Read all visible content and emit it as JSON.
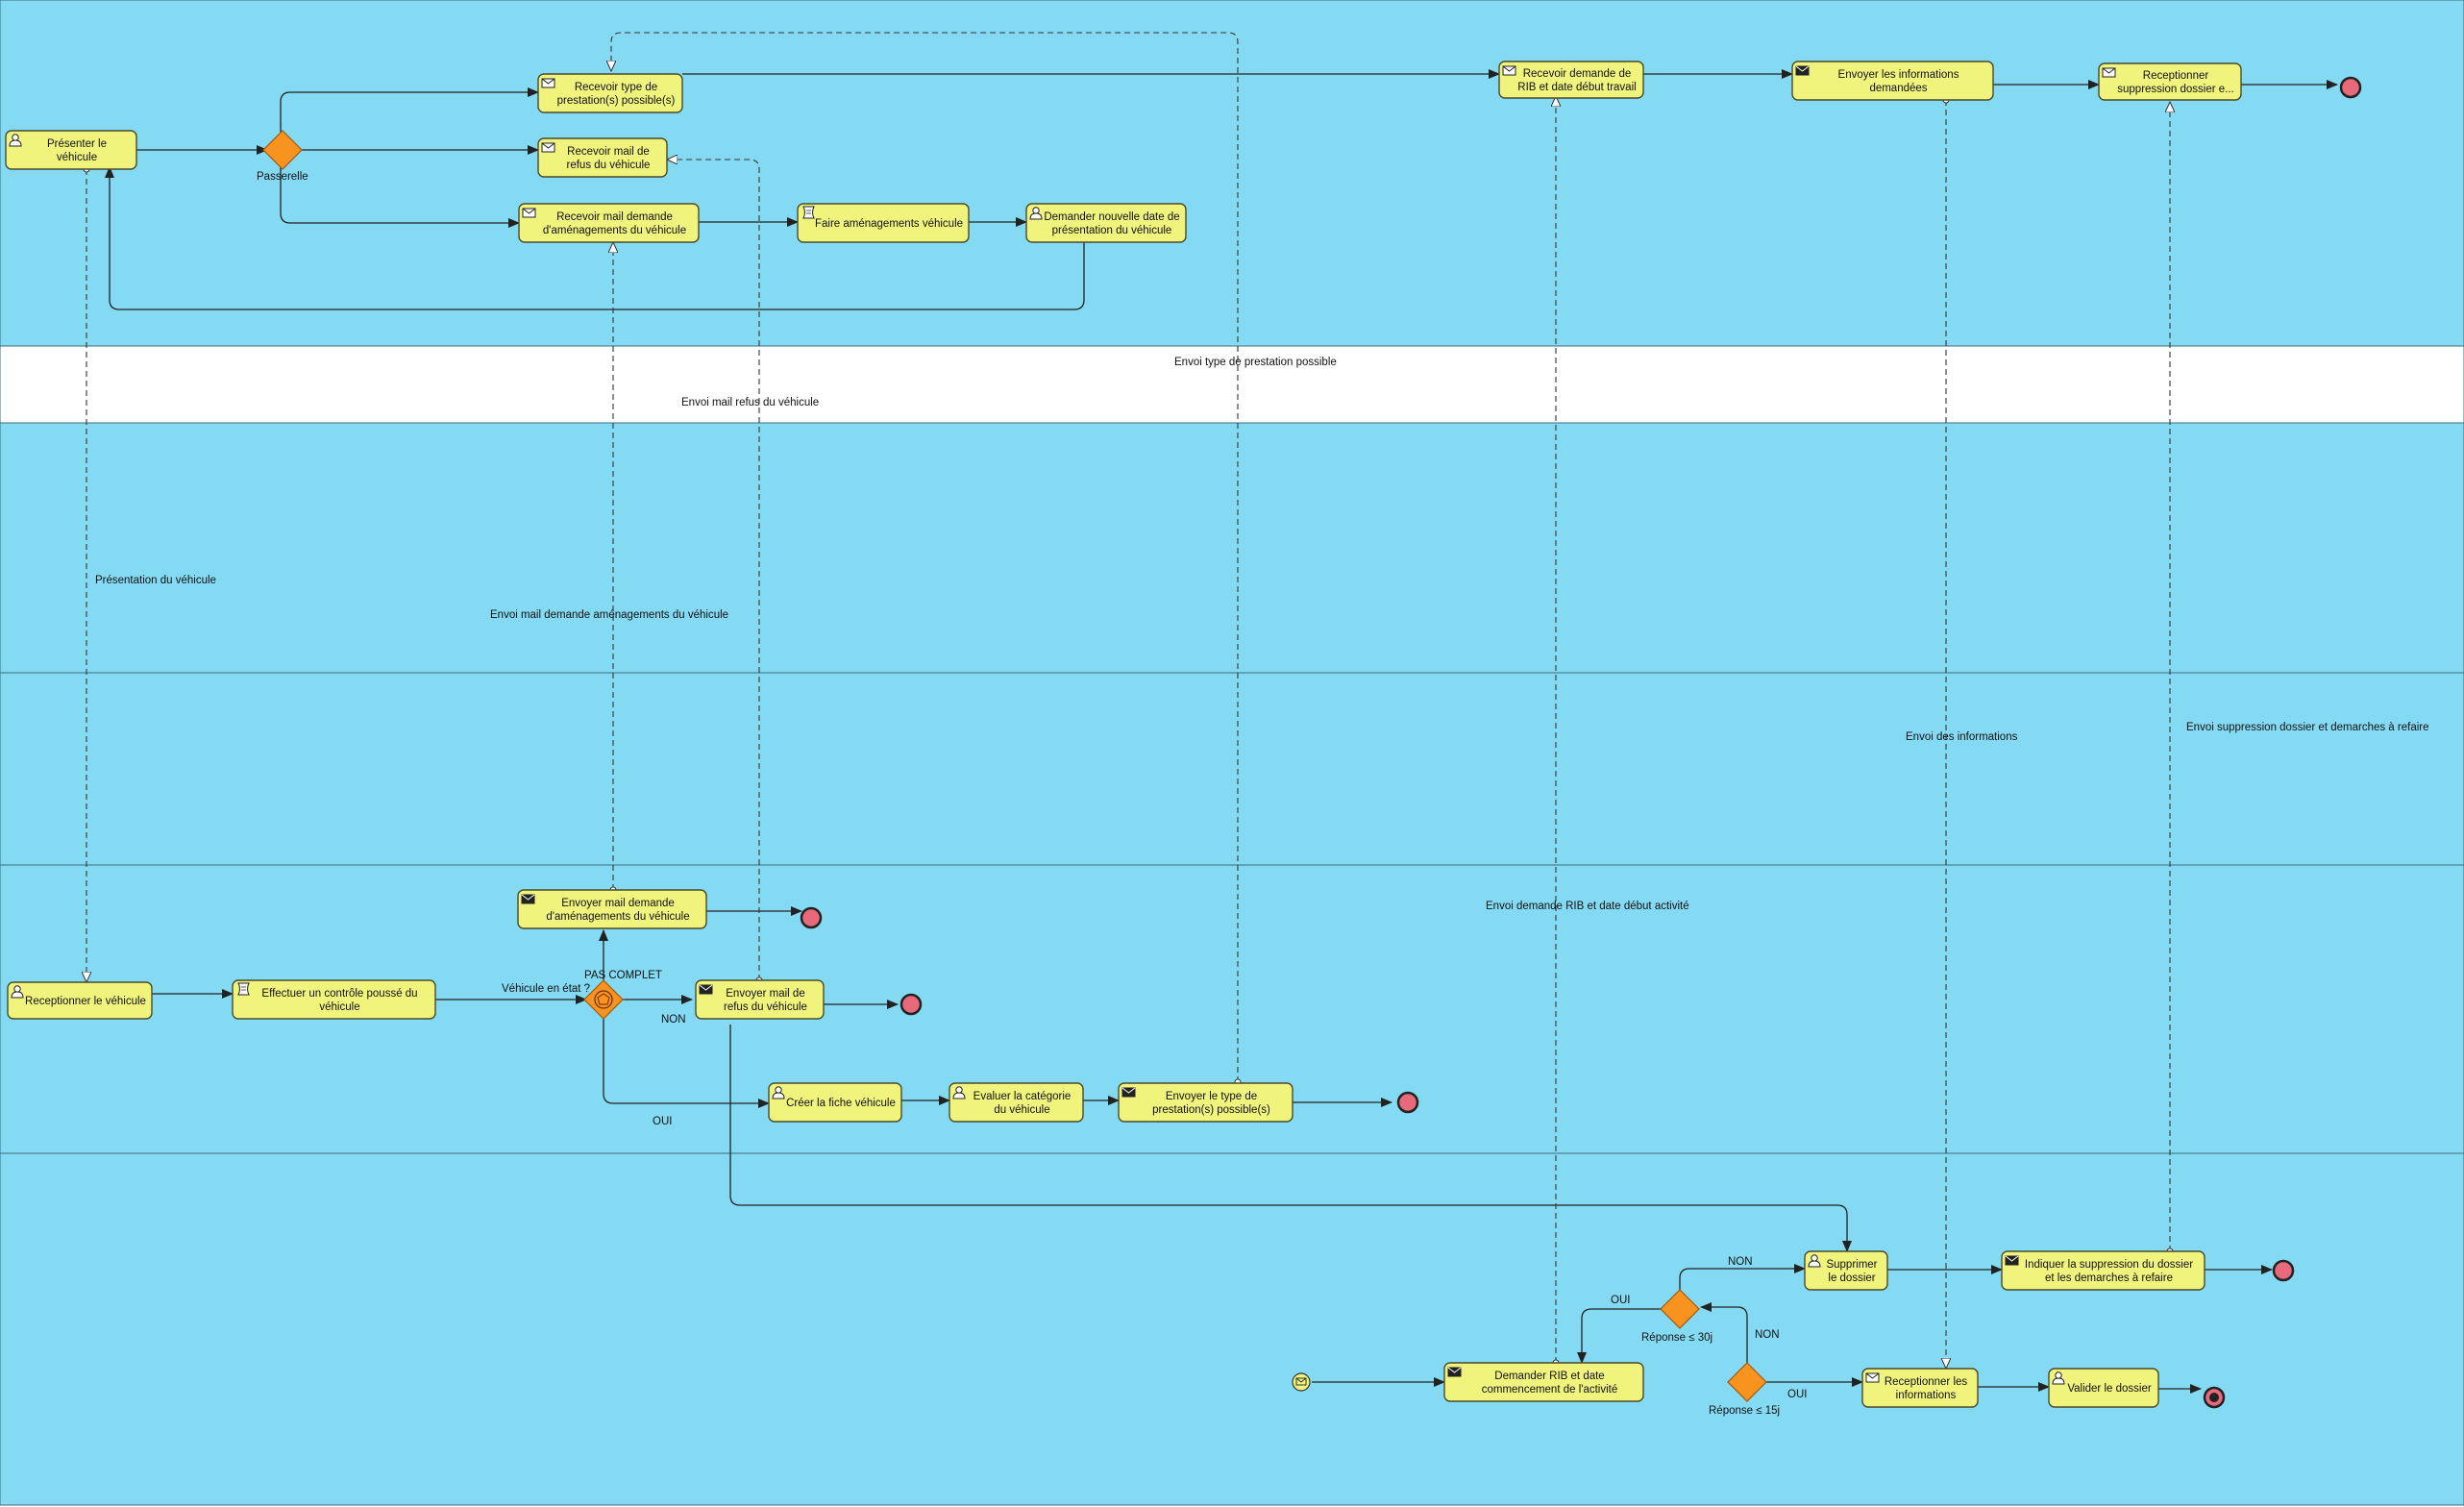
{
  "colors": {
    "lane": "#84daf3",
    "band": "#ffffff",
    "task_fill": "#f0f37c",
    "gateway": "#f7931e",
    "end_event": "#e8697a"
  },
  "tasks": {
    "presenter": {
      "icon": "user-icon",
      "lines": [
        "Présenter le",
        "véhicule"
      ]
    },
    "recevoir_type": {
      "icon": "envelope-icon",
      "lines": [
        "Recevoir type de",
        "prestation(s) possible(s)"
      ]
    },
    "recevoir_refus": {
      "icon": "envelope-icon",
      "lines": [
        "Recevoir mail de",
        "refus du véhicule"
      ]
    },
    "recevoir_amenagement": {
      "icon": "envelope-icon",
      "lines": [
        "Recevoir mail demande",
        "d'aménagements du véhicule"
      ]
    },
    "faire_amenagements": {
      "icon": "script-icon",
      "lines": [
        "Faire aménagements véhicule"
      ]
    },
    "demander_date": {
      "icon": "user-icon",
      "lines": [
        "Demander nouvelle date de",
        "présentation du véhicule"
      ]
    },
    "recevoir_rib": {
      "icon": "envelope-icon",
      "lines": [
        "Recevoir demande de",
        "RIB et date début travail"
      ]
    },
    "envoyer_infos": {
      "icon": "envelope-filled-icon",
      "lines": [
        "Envoyer les informations",
        "demandées"
      ]
    },
    "receptionner_suppression": {
      "icon": "envelope-icon",
      "lines": [
        "Receptionner",
        "suppression dossier e..."
      ]
    },
    "envoyer_amenagement": {
      "icon": "envelope-filled-icon",
      "lines": [
        "Envoyer mail demande",
        "d'aménagements du véhicule"
      ]
    },
    "receptionner_vehicule": {
      "icon": "user-icon",
      "lines": [
        "Receptionner le véhicule"
      ]
    },
    "controle": {
      "icon": "script-icon",
      "lines": [
        "Effectuer un contrôle poussé du",
        "véhicule"
      ]
    },
    "envoyer_refus": {
      "icon": "envelope-filled-icon",
      "lines": [
        "Envoyer mail de",
        "refus du véhicule"
      ]
    },
    "creer_fiche": {
      "icon": "user-icon",
      "lines": [
        "Créer la fiche véhicule"
      ]
    },
    "evaluer": {
      "icon": "user-icon",
      "lines": [
        "Evaluer la catégorie",
        "du véhicule"
      ]
    },
    "envoyer_type": {
      "icon": "envelope-filled-icon",
      "lines": [
        "Envoyer le type de",
        "prestation(s) possible(s)"
      ]
    },
    "supprimer": {
      "icon": "user-icon",
      "lines": [
        "Supprimer",
        "le dossier"
      ]
    },
    "indiquer_suppression": {
      "icon": "envelope-filled-icon",
      "lines": [
        "Indiquer la suppression du dossier",
        "et les demarches à refaire"
      ]
    },
    "demander_rib": {
      "icon": "envelope-filled-icon",
      "lines": [
        "Demander RIB et date",
        "commencement de l'activité"
      ]
    },
    "receptionner_infos": {
      "icon": "envelope-icon",
      "lines": [
        "Receptionner les",
        "informations"
      ]
    },
    "valider": {
      "icon": "user-icon",
      "lines": [
        "Valider le dossier"
      ]
    }
  },
  "gateways": {
    "passerelle": {
      "label": "Passerelle"
    },
    "vehicule_etat": {
      "label": "Véhicule en état ?"
    },
    "reponse_30": {
      "label": "Réponse ≤ 30j"
    },
    "reponse_15": {
      "label": "Réponse ≤ 15j"
    }
  },
  "flow_labels": {
    "pas_complet": "PAS COMPLET",
    "non_refus": "NON",
    "oui_fiche": "OUI",
    "non_supprimer": "NON",
    "oui_rib": "OUI",
    "non_reponse15": "NON",
    "oui_reponse15": "OUI"
  },
  "message_labels": {
    "type_prestation": "Envoi type de prestation possible",
    "refus": "Envoi mail refus du véhicule",
    "presentation": "Présentation du véhicule",
    "amenagements": "Envoi mail demande aménagements du véhicule",
    "informations": "Envoi des informations",
    "suppression": "Envoi suppression dossier et demarches à refaire",
    "rib": "Envoi demande RIB et date début activité"
  }
}
